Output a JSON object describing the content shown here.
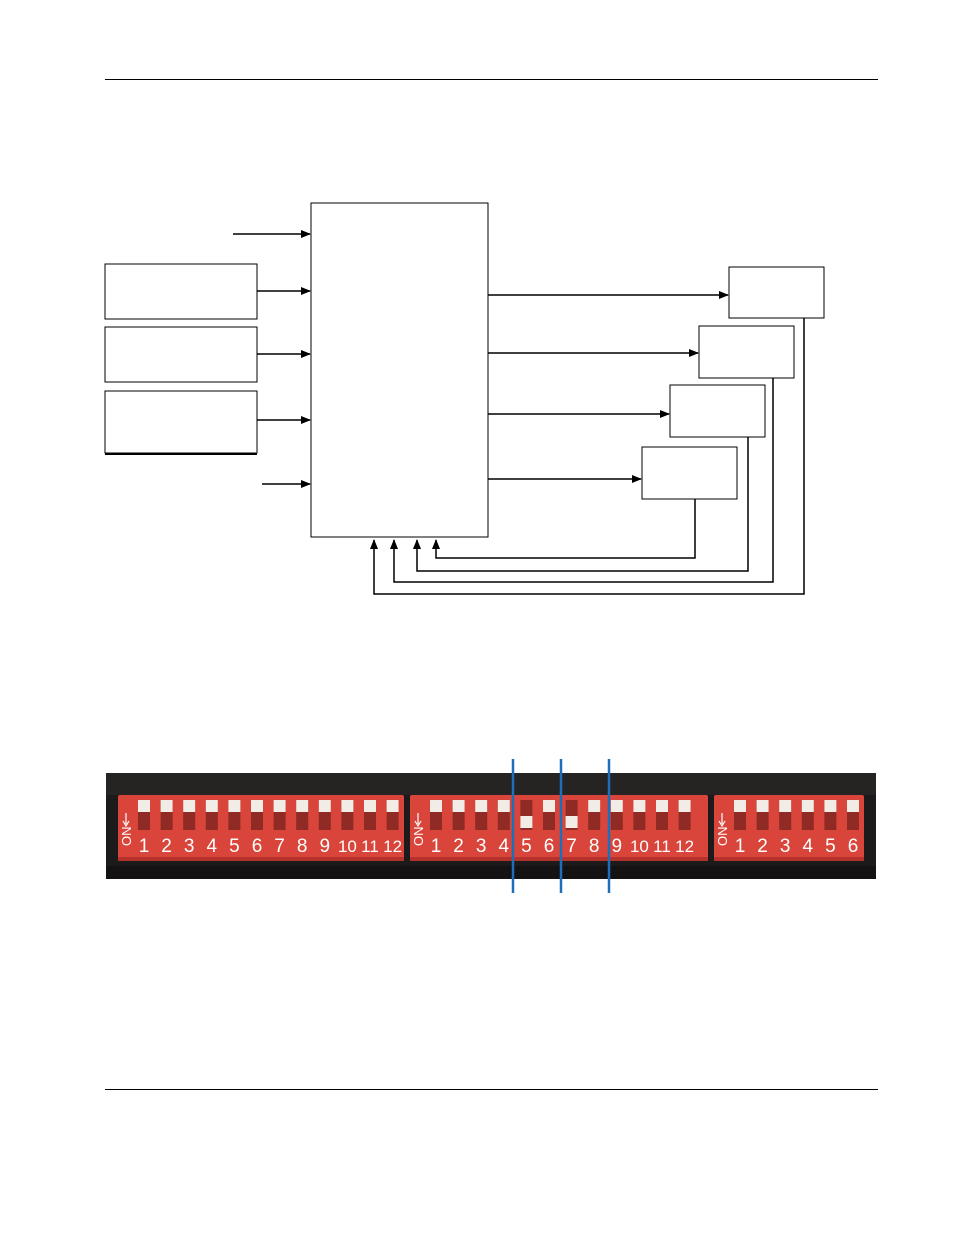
{
  "diagram": {
    "input_blocks": [
      "",
      "",
      ""
    ],
    "output_blocks": [
      "",
      "",
      "",
      ""
    ],
    "controller_block": "",
    "colors": {
      "line": "#000000",
      "fill": "#ffffff"
    }
  },
  "dip_switches": {
    "colors": {
      "housing": "#1c1a1a",
      "switch_body": "#d9453a",
      "switch_shadow": "#b5322a",
      "actuator": "#f2ece6",
      "label": "#ffffff",
      "marker": "#1f6fb8"
    },
    "on_label": "ON",
    "banks": [
      {
        "positions": [
          "1",
          "2",
          "3",
          "4",
          "5",
          "6",
          "7",
          "8",
          "9",
          "10",
          "11",
          "12"
        ],
        "states": [
          "up",
          "up",
          "up",
          "up",
          "up",
          "up",
          "up",
          "up",
          "up",
          "up",
          "up",
          "up"
        ]
      },
      {
        "positions": [
          "1",
          "2",
          "3",
          "4",
          "5",
          "6",
          "7",
          "8",
          "9",
          "10",
          "11",
          "12"
        ],
        "states": [
          "up",
          "up",
          "up",
          "up",
          "down",
          "up",
          "down",
          "up",
          "up",
          "up",
          "up",
          "up"
        ]
      },
      {
        "positions": [
          "1",
          "2",
          "3",
          "4",
          "5",
          "6"
        ],
        "states": [
          "up",
          "up",
          "up",
          "up",
          "up",
          "up"
        ]
      }
    ],
    "markers": 3
  }
}
